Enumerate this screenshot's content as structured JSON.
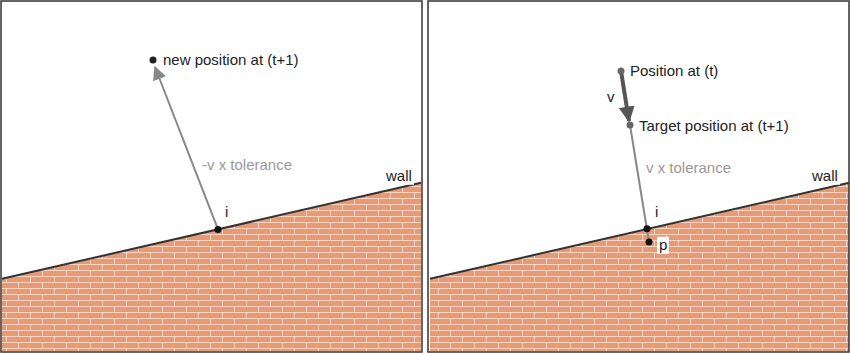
{
  "diagram": {
    "labels": [
      "new position at (t+1)",
      "-v x tolerance",
      "i",
      "wall",
      "Position at (t)",
      "v",
      "Target position at (t+1)",
      "v x tolerance",
      "i",
      "p",
      "wall"
    ]
  }
}
